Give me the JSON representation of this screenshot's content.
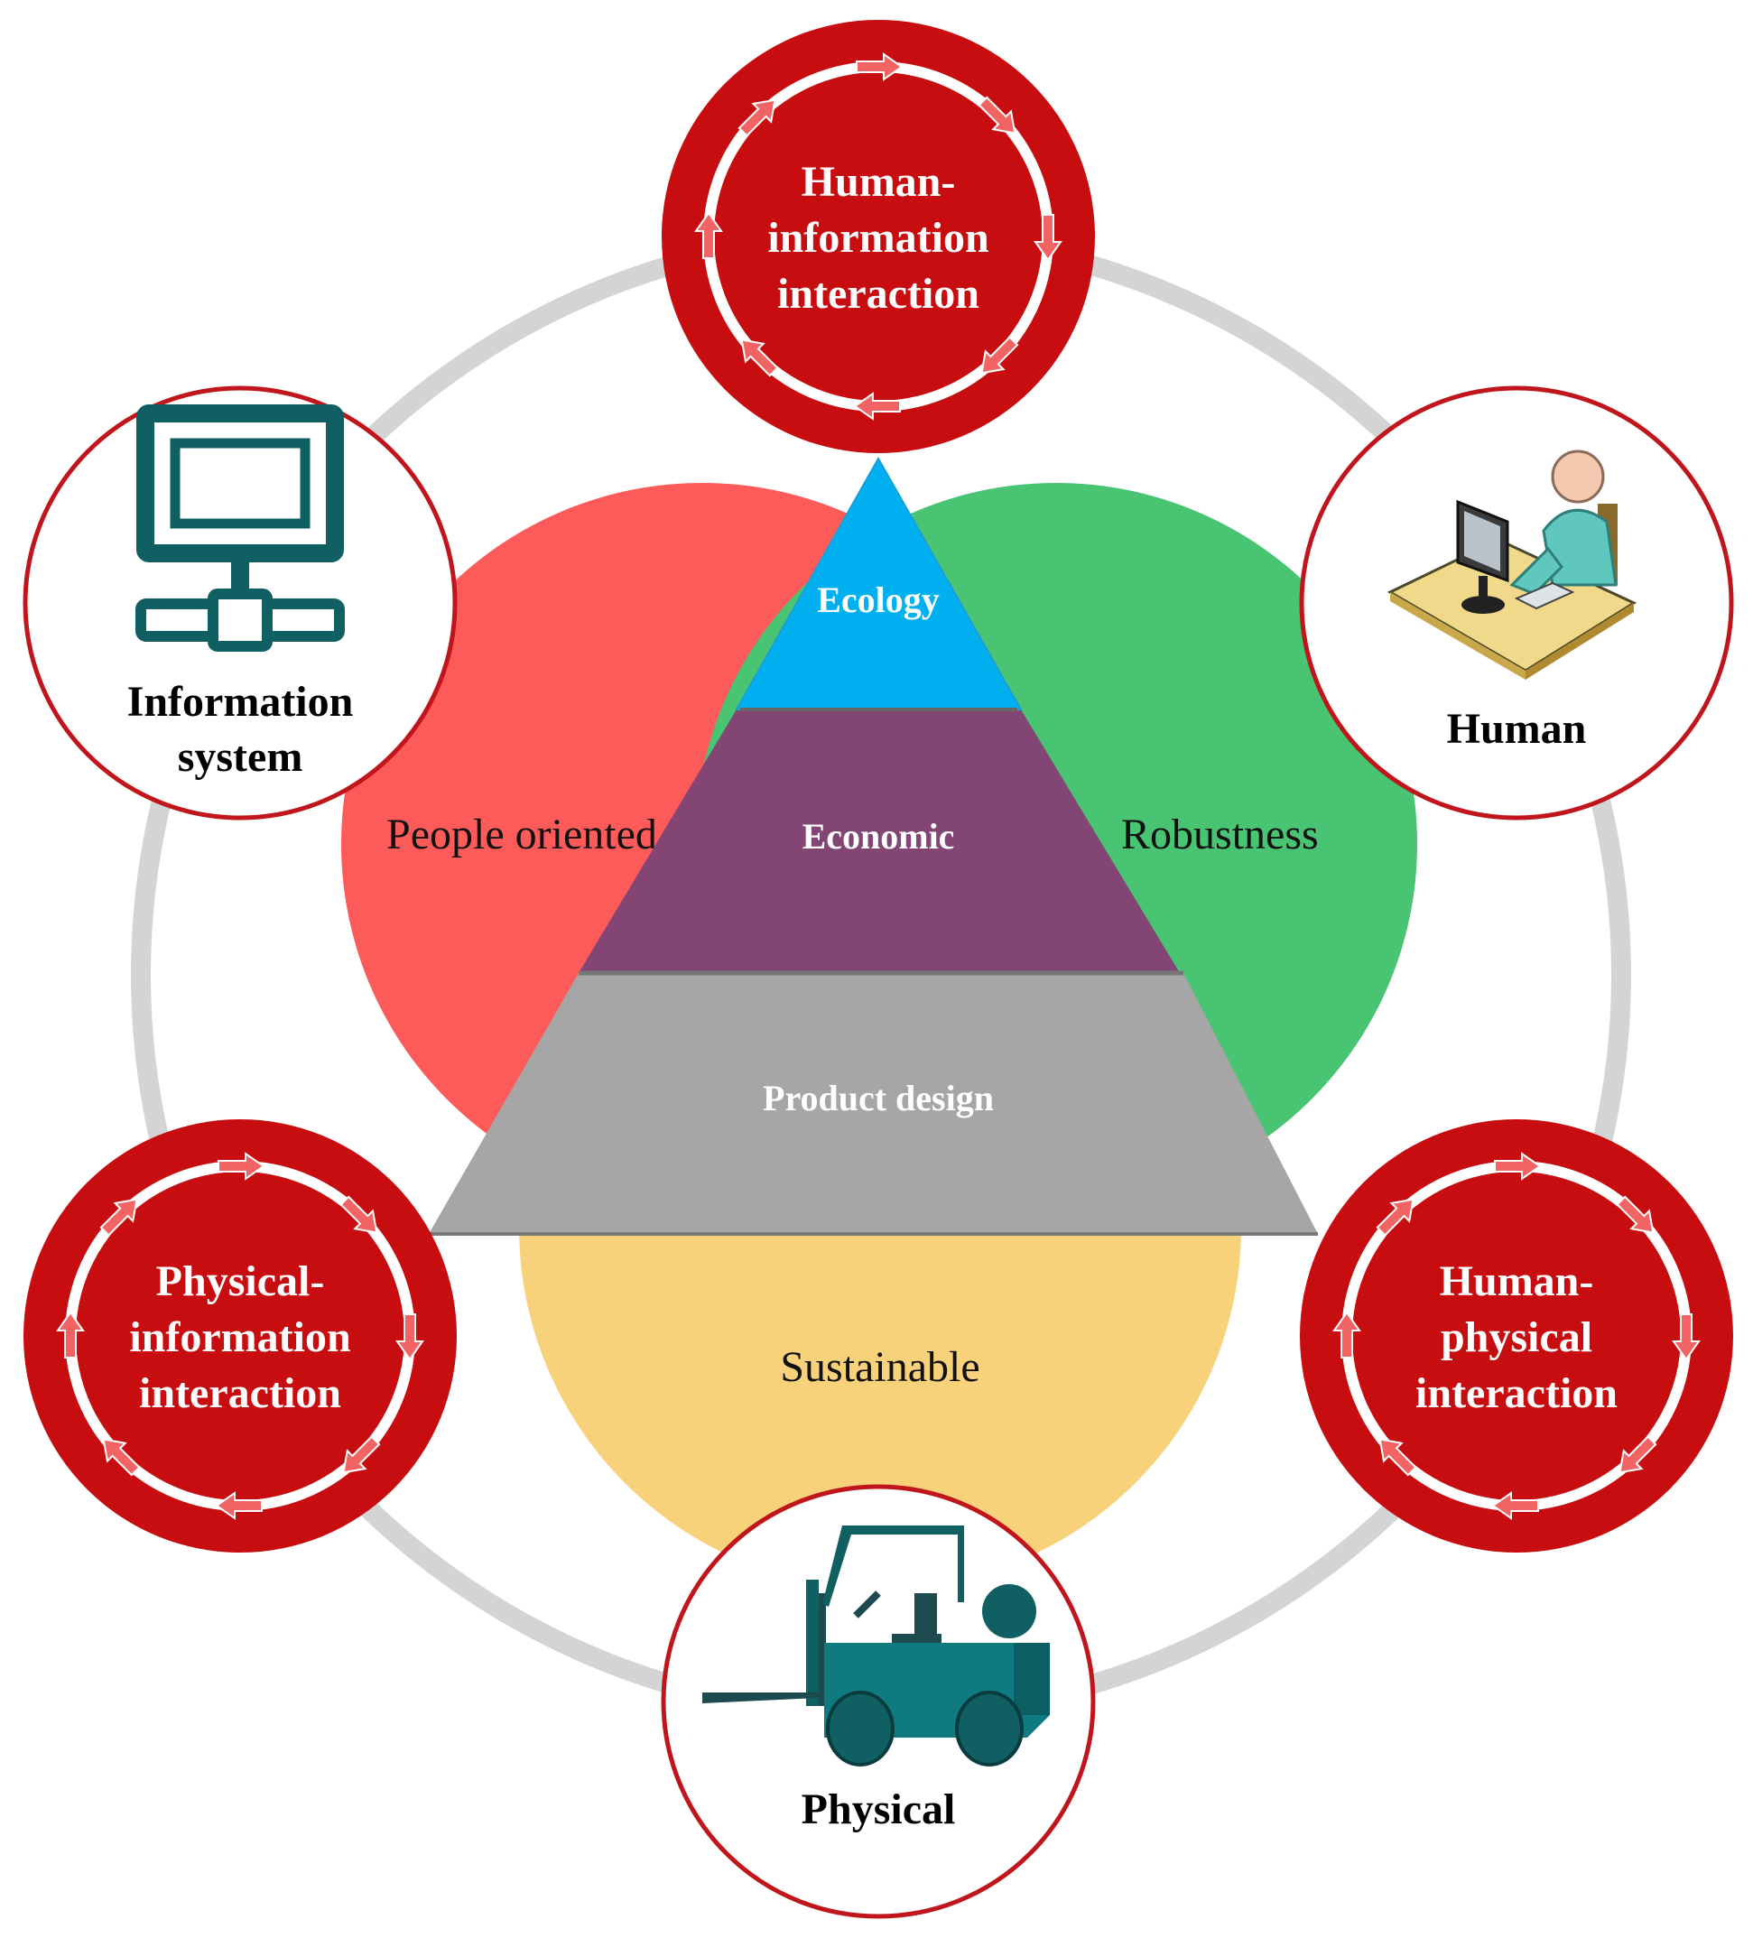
{
  "colors": {
    "ring": "#d4d4d4",
    "interaction_red": "#c80d11",
    "arrow_pink": "#f26464",
    "entity_border": "#c0151b",
    "people_oriented": "#fd5a5a",
    "robustness": "#48c473",
    "sustainable": "#f8d27a",
    "ecology": "#00b0f0",
    "economic": "#824574",
    "product_design": "#a6a6a6",
    "icon_teal": "#0f5f63",
    "icon_dark": "#1c4a4f"
  },
  "venn": {
    "people_oriented": "People oriented",
    "robustness": "Robustness",
    "sustainable": "Sustainable"
  },
  "pyramid": {
    "ecology": "Ecology",
    "economic": "Economic",
    "product_design": "Product design"
  },
  "interactions": {
    "top": [
      "Human-",
      "information",
      "interaction"
    ],
    "left": [
      "Physical-",
      "information",
      "interaction"
    ],
    "right": [
      "Human-",
      "physical",
      "interaction"
    ]
  },
  "entities": {
    "information_system": [
      "Information",
      "system"
    ],
    "human": "Human",
    "physical": "Physical"
  },
  "icons": {
    "information_system": "computer-network-icon",
    "human": "person-at-computer-icon",
    "physical": "forklift-icon"
  }
}
